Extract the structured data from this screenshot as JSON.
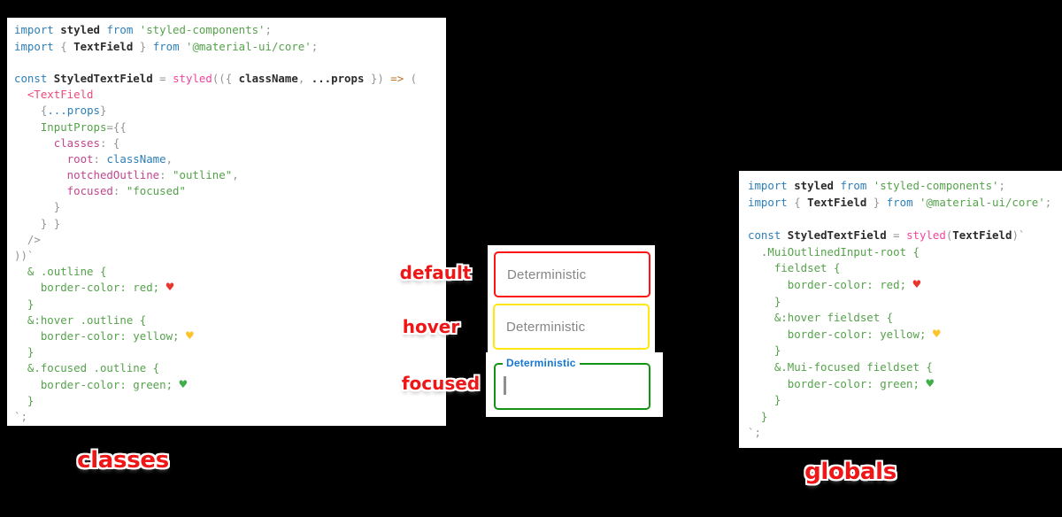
{
  "captions": {
    "left": "classes",
    "right": "globals",
    "color": "#ee1616"
  },
  "demo": {
    "state_labels": {
      "default": "default",
      "hover": "hover",
      "focused": "focused"
    },
    "fields": [
      {
        "state": "default",
        "text": "Deterministic",
        "border_color": "#ff1414"
      },
      {
        "state": "hover",
        "text": "Deterministic",
        "border_color": "#ffe70f"
      },
      {
        "state": "focused",
        "text": "Deterministic",
        "border_color": "#149414"
      }
    ],
    "focused_label_color": "#1677d2"
  },
  "left_code": {
    "lines": [
      [
        [
          "kw",
          "import"
        ],
        [
          "id",
          " styled "
        ],
        [
          "kw",
          "from"
        ],
        [
          "str",
          " 'styled-components'"
        ],
        [
          "op",
          ";"
        ]
      ],
      [
        [
          "kw",
          "import"
        ],
        [
          "op",
          " { "
        ],
        [
          "id",
          "TextField"
        ],
        [
          "op",
          " } "
        ],
        [
          "kw",
          "from"
        ],
        [
          "str",
          " '@material-ui/core'"
        ],
        [
          "op",
          ";"
        ]
      ],
      [],
      [
        [
          "kw",
          "const"
        ],
        [
          "id",
          " StyledTextField "
        ],
        [
          "op",
          "= "
        ],
        [
          "fn",
          "styled"
        ],
        [
          "op",
          "(({ "
        ],
        [
          "id",
          "className"
        ],
        [
          "op",
          ", "
        ],
        [
          "id",
          "...props"
        ],
        [
          "op",
          " })"
        ],
        [
          "ar",
          " =>"
        ],
        [
          "op",
          " ("
        ]
      ],
      [
        [
          "tag",
          "  <TextField"
        ]
      ],
      [
        [
          "op",
          "    {"
        ],
        [
          "vr",
          "...props"
        ],
        [
          "op",
          "}"
        ]
      ],
      [
        [
          "css",
          "    InputProps"
        ],
        [
          "op",
          "={{"
        ]
      ],
      [
        [
          "key",
          "      classes"
        ],
        [
          "op",
          ": {"
        ]
      ],
      [
        [
          "key",
          "        root"
        ],
        [
          "op",
          ": "
        ],
        [
          "vr",
          "className"
        ],
        [
          "op",
          ","
        ]
      ],
      [
        [
          "key",
          "        notchedOutline"
        ],
        [
          "op",
          ": "
        ],
        [
          "str",
          "\"outline\""
        ],
        [
          "op",
          ","
        ]
      ],
      [
        [
          "key",
          "        focused"
        ],
        [
          "op",
          ": "
        ],
        [
          "str",
          "\"focused\""
        ]
      ],
      [
        [
          "op",
          "      }"
        ]
      ],
      [
        [
          "op",
          "    } }"
        ]
      ],
      [
        [
          "op",
          "  />"
        ]
      ],
      [
        [
          "op",
          "))`"
        ]
      ],
      [
        [
          "css",
          "  & .outline {"
        ]
      ],
      [
        [
          "css",
          "    border-color: red; "
        ],
        [
          "hr",
          "♥"
        ]
      ],
      [
        [
          "css",
          "  }"
        ]
      ],
      [
        [
          "css",
          "  &:hover .outline {"
        ]
      ],
      [
        [
          "css",
          "    border-color: yellow; "
        ],
        [
          "hy",
          "♥"
        ]
      ],
      [
        [
          "css",
          "  }"
        ]
      ],
      [
        [
          "css",
          "  &.focused .outline {"
        ]
      ],
      [
        [
          "css",
          "    border-color: green; "
        ],
        [
          "hg",
          "♥"
        ]
      ],
      [
        [
          "css",
          "  }"
        ]
      ],
      [
        [
          "op",
          "`;"
        ]
      ]
    ]
  },
  "right_code": {
    "lines": [
      [
        [
          "kw",
          "import"
        ],
        [
          "id",
          " styled "
        ],
        [
          "kw",
          "from"
        ],
        [
          "str",
          " 'styled-components'"
        ],
        [
          "op",
          ";"
        ]
      ],
      [
        [
          "kw",
          "import"
        ],
        [
          "op",
          " { "
        ],
        [
          "id",
          "TextField"
        ],
        [
          "op",
          " } "
        ],
        [
          "kw",
          "from"
        ],
        [
          "str",
          " '@material-ui/core'"
        ],
        [
          "op",
          ";"
        ]
      ],
      [],
      [
        [
          "kw",
          "const"
        ],
        [
          "id",
          " StyledTextField "
        ],
        [
          "op",
          "= "
        ],
        [
          "fn",
          "styled"
        ],
        [
          "op",
          "("
        ],
        [
          "id",
          "TextField"
        ],
        [
          "op",
          ")`"
        ]
      ],
      [
        [
          "css",
          "  .MuiOutlinedInput-root {"
        ]
      ],
      [
        [
          "css",
          "    fieldset {"
        ]
      ],
      [
        [
          "css",
          "      border-color: red; "
        ],
        [
          "hr",
          "♥"
        ]
      ],
      [
        [
          "css",
          "    }"
        ]
      ],
      [
        [
          "css",
          "    &:hover fieldset {"
        ]
      ],
      [
        [
          "css",
          "      border-color: yellow; "
        ],
        [
          "hy",
          "♥"
        ]
      ],
      [
        [
          "css",
          "    }"
        ]
      ],
      [
        [
          "css",
          "    &.Mui-focused fieldset {"
        ]
      ],
      [
        [
          "css",
          "      border-color: green; "
        ],
        [
          "hg",
          "♥"
        ]
      ],
      [
        [
          "css",
          "    }"
        ]
      ],
      [
        [
          "css",
          "  }"
        ]
      ],
      [
        [
          "op",
          "`;"
        ]
      ]
    ]
  }
}
